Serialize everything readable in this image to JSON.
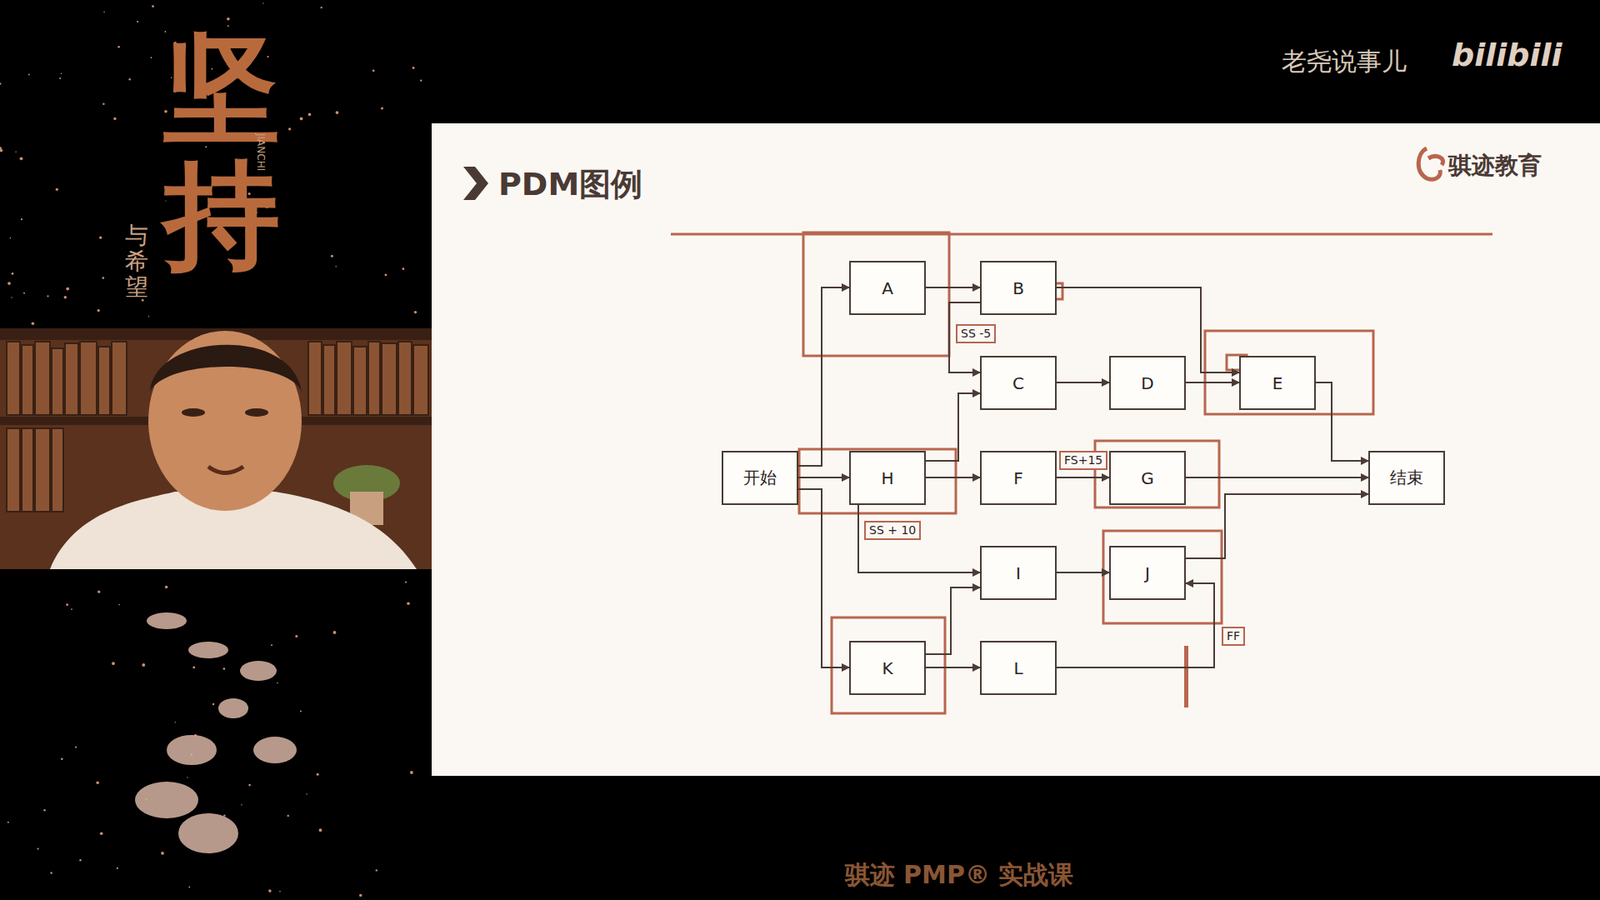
{
  "diagram": {
    "title": "PDM图例",
    "nodes": [
      {
        "text": [
          "A"
        ]
      },
      {
        "text": [
          "B"
        ]
      },
      {
        "text": [
          "C"
        ]
      },
      {
        "text": [
          "D"
        ]
      },
      {
        "text": [
          "E"
        ]
      },
      {
        "text": [
          "开始"
        ]
      },
      {
        "text": [
          "H"
        ]
      },
      {
        "text": [
          "F"
        ]
      },
      {
        "text": [
          "G"
        ]
      },
      {
        "text": [
          "结束"
        ]
      },
      {
        "text": [
          "I"
        ]
      },
      {
        "text": [
          "J"
        ]
      },
      {
        "text": [
          "K"
        ]
      },
      {
        "text": [
          "L"
        ]
      }
    ],
    "edges": [
      {
        "from": 5,
        "to": 0,
        "arrow": "to"
      },
      {
        "from": 5,
        "to": 6,
        "arrow": "to"
      },
      {
        "from": 5,
        "to": 12,
        "arrow": "to"
      },
      {
        "from": 0,
        "to": 1,
        "arrow": "to"
      },
      {
        "from": 1,
        "to": 2,
        "label": "SS -5",
        "arrow": "to"
      },
      {
        "from": 6,
        "to": 2,
        "arrow": "to"
      },
      {
        "from": 6,
        "to": 7,
        "arrow": "to"
      },
      {
        "from": 6,
        "to": 10,
        "label": "SS + 10",
        "arrow": "to"
      },
      {
        "from": 2,
        "to": 3,
        "arrow": "to"
      },
      {
        "from": 3,
        "to": 4,
        "arrow": "to"
      },
      {
        "from": 1,
        "to": 4,
        "arrow": "to"
      },
      {
        "from": 4,
        "to": 9,
        "arrow": "to"
      },
      {
        "from": 7,
        "to": 8,
        "label": "FS+15",
        "arrow": "to"
      },
      {
        "from": 8,
        "to": 9,
        "arrow": "to"
      },
      {
        "from": 11,
        "to": 9,
        "arrow": "to"
      },
      {
        "from": 10,
        "to": 11,
        "arrow": "to"
      },
      {
        "from": 12,
        "to": 10,
        "arrow": "to"
      },
      {
        "from": 12,
        "to": 13,
        "arrow": "to"
      },
      {
        "from": 13,
        "to": 11,
        "label": "FF",
        "arrow": "to"
      }
    ],
    "labels": [
      "坚持",
      "与希望",
      "JIANCHI",
      "老尧说事儿",
      "bilibili",
      "骐迹教育",
      "骐迹 PMP® 实战课"
    ]
  }
}
